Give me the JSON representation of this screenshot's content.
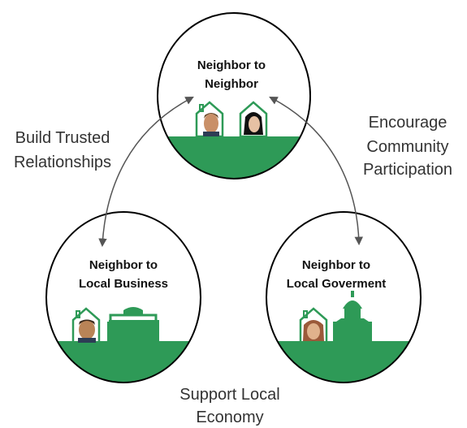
{
  "colors": {
    "ground": "#2e9a57",
    "house_outline": "#2e9a57",
    "arrow": "#555555",
    "node_border": "#000000"
  },
  "nodes": {
    "top": {
      "line1": "Neighbor to",
      "line2": "Neighbor",
      "icons": [
        "house-person-man-icon",
        "house-person-woman-icon"
      ]
    },
    "left": {
      "line1": "Neighbor to",
      "line2": "Local Business",
      "icons": [
        "house-person-man-icon",
        "business-building-icon"
      ]
    },
    "right": {
      "line1": "Neighbor to",
      "line2": "Local Goverment",
      "icons": [
        "house-person-woman-icon",
        "capitol-building-icon"
      ]
    }
  },
  "edge_labels": {
    "left": {
      "line1": "Build Trusted",
      "line2": "Relationships"
    },
    "right": {
      "line1": "Encourage",
      "line2": "Community",
      "line3": "Participation"
    },
    "bottom": {
      "line1": "Support Local",
      "line2": "Economy"
    }
  }
}
